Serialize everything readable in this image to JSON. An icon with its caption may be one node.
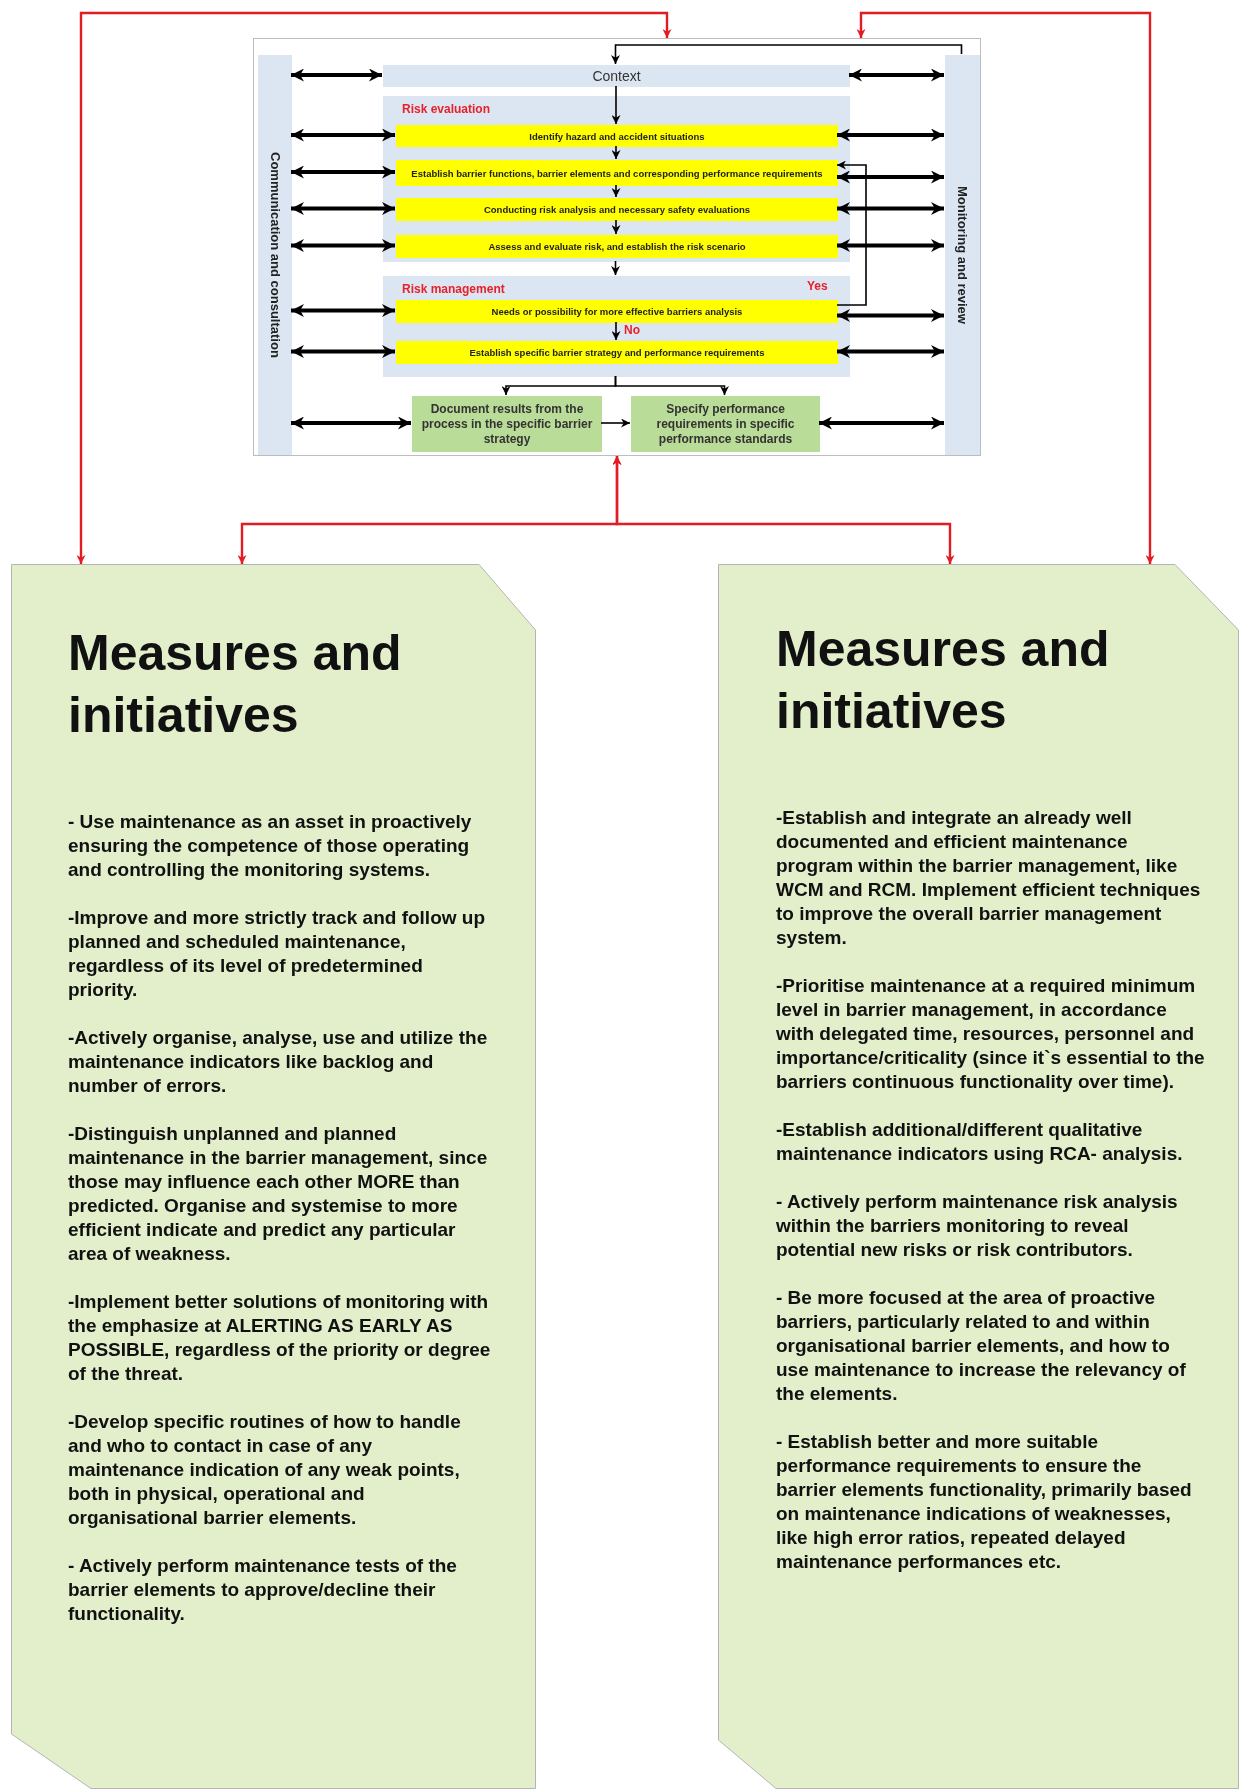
{
  "diagram": {
    "nodes": [
      {
        "text": [],
        "shape": "box"
      },
      {
        "text": [
          "Communication and consultation"
        ],
        "in": 0
      },
      {
        "text": [
          "Context"
        ],
        "in": 0
      },
      {
        "text": [
          "Risk evaluation"
        ],
        "in": 0
      },
      {
        "text": [
          "Identify hazard and accident situations"
        ],
        "in": 3
      },
      {
        "text": [
          "Establish barrier functions, barrier elements and corresponding performance requirements"
        ],
        "in": 3
      },
      {
        "text": [
          "Conducting risk analysis and necessary safety evaluations"
        ],
        "in": 3
      },
      {
        "text": [
          "Assess and evaluate risk, and establish the risk scenario"
        ],
        "in": 3
      },
      {
        "text": [
          "Risk management"
        ],
        "in": 0
      },
      {
        "text": [
          "Needs or possibility for more effective barriers analysis"
        ],
        "in": 8
      },
      {
        "text": [
          "Establish specific barrier strategy and performance requirements"
        ],
        "in": 8
      },
      {
        "text": [
          "Document results from the process in the specific barrier strategy"
        ],
        "in": 0
      },
      {
        "text": [
          "Specify performance requirements in specific performance standards"
        ],
        "in": 0
      },
      {
        "text": [
          "Monitoring and review"
        ],
        "in": 0
      },
      {
        "text": [
          "Measures and initiatives",
          "- Use maintenance as an asset in proactively ensuring the competence of those operating and controlling the monitoring systems.",
          "-Improve and more strictly track and follow up planned and scheduled maintenance, regardless of its level of predetermined priority.",
          "-Actively organise, analyse, use and utilize the maintenance indicators like backlog and number of errors.",
          "-Distinguish unplanned and planned maintenance in the barrier management, since those may influence each other MORE than predicted. Organise and systemise to more efficient indicate and predict any particular area of weakness.",
          "-Implement better solutions of monitoring with the emphasize at ALERTING AS EARLY AS POSSIBLE, regardless of the priority or degree of the threat.",
          "-Develop specific routines of how to handle and who to contact in case of any maintenance indication of any weak points, both in physical, operational and organisational barrier elements.",
          "- Actively perform maintenance tests of the barrier elements to approve/decline their functionality."
        ]
      },
      {
        "text": [
          "Measures and initiatives",
          "-Establish and integrate an already well documented and efficient maintenance program within the barrier management, like WCM and RCM. Implement efficient techniques to improve the overall barrier management system.",
          "-Prioritise maintenance at a required minimum level in barrier management, in accordance with delegated time, resources, personnel and importance/criticality (since it`s essential to the barriers continuous functionality over time).",
          "-Establish additional/different qualitative maintenance indicators using RCA- analysis.",
          "- Actively perform maintenance risk analysis within the barriers monitoring to reveal potential new risks or risk contributors.",
          "- Be more focused at the area of proactive barriers, particularly related to and within organisational barrier elements, and how to use maintenance to increase the relevancy of the elements.",
          "- Establish better and more suitable performance requirements to ensure the barrier elements functionality, primarily based on maintenance indications of weaknesses, like high error ratios, repeated delayed maintenance performances etc."
        ]
      }
    ],
    "edges": [
      {
        "from": 13,
        "to": 2,
        "arrow": "to"
      },
      {
        "from": 2,
        "to": 4,
        "arrow": "to"
      },
      {
        "from": 4,
        "to": 5,
        "arrow": "to"
      },
      {
        "from": 5,
        "to": 6,
        "arrow": "to"
      },
      {
        "from": 6,
        "to": 7,
        "arrow": "to"
      },
      {
        "from": 3,
        "to": 8,
        "arrow": "to"
      },
      {
        "from": 9,
        "to": 5,
        "arrow": "to",
        "label": "Yes"
      },
      {
        "from": 9,
        "to": 10,
        "arrow": "to",
        "label": "No"
      },
      {
        "from": 8,
        "to": 11,
        "arrow": "to"
      },
      {
        "from": 8,
        "to": 12,
        "arrow": "to"
      },
      {
        "from": 11,
        "to": 12,
        "arrow": "to"
      },
      {
        "from": 1,
        "to": 2,
        "arrow": "both"
      },
      {
        "from": 1,
        "to": 4,
        "arrow": "both"
      },
      {
        "from": 1,
        "to": 5,
        "arrow": "both"
      },
      {
        "from": 1,
        "to": 6,
        "arrow": "both"
      },
      {
        "from": 1,
        "to": 7,
        "arrow": "both"
      },
      {
        "from": 1,
        "to": 9,
        "arrow": "both"
      },
      {
        "from": 1,
        "to": 10,
        "arrow": "both"
      },
      {
        "from": 1,
        "to": 11,
        "arrow": "both"
      },
      {
        "from": 2,
        "to": 13,
        "arrow": "both"
      },
      {
        "from": 4,
        "to": 13,
        "arrow": "both"
      },
      {
        "from": 5,
        "to": 13,
        "arrow": "both"
      },
      {
        "from": 6,
        "to": 13,
        "arrow": "both"
      },
      {
        "from": 7,
        "to": 13,
        "arrow": "both"
      },
      {
        "from": 9,
        "to": 13,
        "arrow": "both"
      },
      {
        "from": 10,
        "to": 13,
        "arrow": "both"
      },
      {
        "from": 12,
        "to": 13,
        "arrow": "both"
      },
      {
        "from": 14,
        "to": 0,
        "arrow": "both",
        "color": "#e31b23"
      },
      {
        "from": 15,
        "to": 0,
        "arrow": "both",
        "color": "#e31b23"
      },
      {
        "from": 0,
        "to": 14,
        "arrow": "both",
        "color": "#e31b23"
      },
      {
        "from": 0,
        "to": 15,
        "arrow": "both",
        "color": "#e31b23"
      }
    ]
  }
}
